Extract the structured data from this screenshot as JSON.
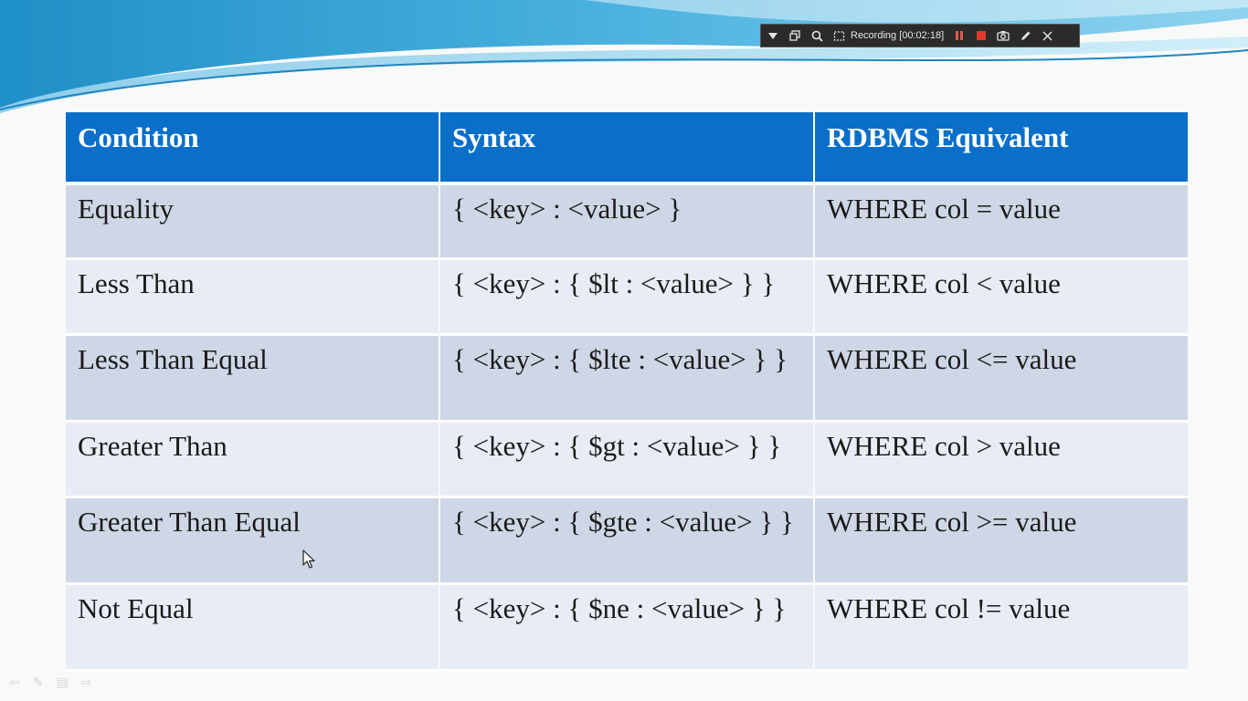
{
  "toolbar": {
    "icons": [
      "dropdown-arrow-icon",
      "window-restore-icon",
      "search-icon",
      "select-region-icon",
      "pause-icon",
      "stop-icon",
      "camera-icon",
      "pen-icon",
      "close-icon"
    ],
    "recording_label": "Recording [00:02:18]"
  },
  "table": {
    "headers": [
      "Condition",
      "Syntax",
      "RDBMS Equivalent"
    ],
    "rows": [
      {
        "condition": "Equality",
        "syntax": "{ <key> : <value> }",
        "rdbms": "WHERE col = value"
      },
      {
        "condition": "Less Than",
        "syntax": "{ <key> : { $lt : <value> } }",
        "rdbms": "WHERE col < value"
      },
      {
        "condition": "Less Than Equal",
        "syntax": "{ <key> : { $lte : <value> } }",
        "rdbms": "WHERE col <= value"
      },
      {
        "condition": "Greater Than",
        "syntax": "{ <key> : { $gt : <value> } }",
        "rdbms": "WHERE col > value"
      },
      {
        "condition": "Greater Than Equal",
        "syntax": "{ <key> : { $gte : <value> } }",
        "rdbms": "WHERE col >= value"
      },
      {
        "condition": "Not Equal",
        "syntax": "{ <key> : { $ne : <value> } }",
        "rdbms": "WHERE col != value"
      }
    ]
  },
  "colors": {
    "header_bg": "#0a6fc9",
    "row_odd_bg": "#cfd7e6",
    "row_even_bg": "#e8ecf5",
    "accent_wave": "#3aa3d8"
  },
  "slide_nav": {
    "icons": [
      "previous-slide-icon",
      "pen-tool-icon",
      "slide-menu-icon",
      "next-slide-icon"
    ]
  }
}
